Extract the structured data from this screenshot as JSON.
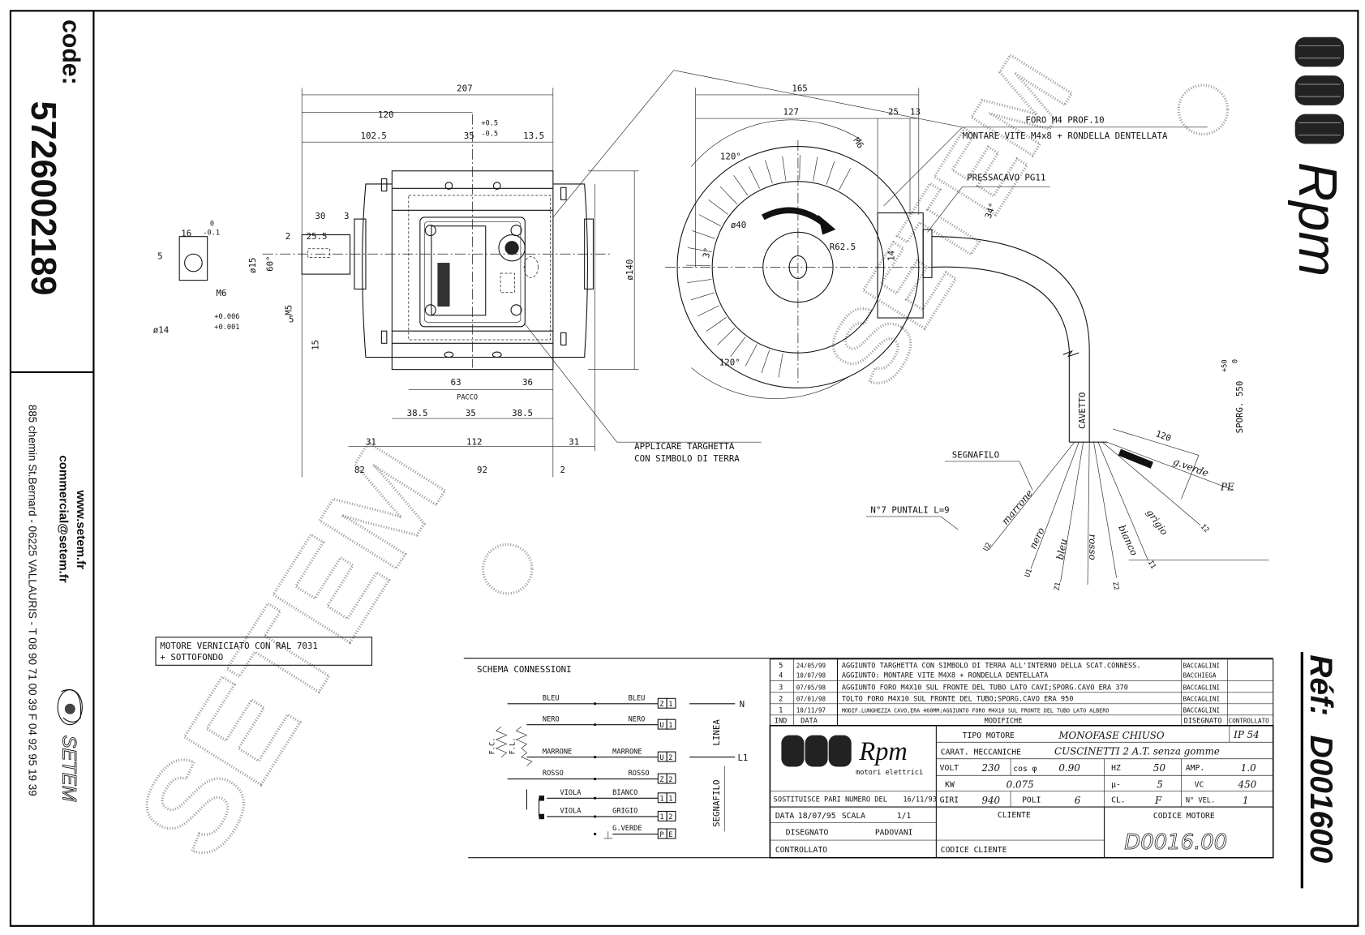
{
  "left_strip": {
    "code_label": "code:",
    "code_value": "5726002189",
    "website": "www.setem.fr",
    "email": "commercial@setem.fr",
    "address": "885 chemin St.Bernard - 06225 VALLAURIS - T 08 90 71 00 39  F 04 92 95 19 39",
    "logo_text": "SETEM"
  },
  "right_strip": {
    "logo_text": "Rpm",
    "ref_label": "Réf:",
    "ref_value": "D001600"
  },
  "watermark": {
    "text": "SETEM",
    "seal_text": "SETEM"
  },
  "front_view": {
    "dims": [
      "207",
      "120",
      "102.5",
      "35",
      "+0.5",
      "-0.5",
      "13.5",
      "30",
      "3",
      "2",
      "25.5",
      "16",
      "0",
      "-0.1",
      "5",
      "ø15",
      "60°",
      "M6",
      "M5",
      "5",
      "15",
      "+0.006",
      "+0.001",
      "ø14",
      "ø140",
      "63",
      "36",
      "PACCO",
      "38.5",
      "35",
      "38.5",
      "31",
      "112",
      "31",
      "82",
      "92",
      "2"
    ],
    "note_lines": [
      "APPLICARE TARGHETTA",
      "CON SIMBOLO DI TERRA"
    ]
  },
  "side_view": {
    "dims": [
      "165",
      "127",
      "25",
      "13",
      "M6",
      "120°",
      "ø40",
      "3°",
      "R62.5",
      "14",
      "120°",
      "34°",
      "120"
    ],
    "notes": {
      "foro": "FORO M4 PROF.10",
      "montare": "MONTARE VITE M4x8 + RONDELLA DENTELLATA",
      "pressacavo": "PRESSACAVO PG11",
      "cavetto": "CAVETTO",
      "sporg": "SPORG. 550",
      "sporg_tol_plus": "+50",
      "sporg_tol_minus": "0",
      "segnafilo": "SEGNAFILO",
      "puntali": "N°7 PUNTALI L=9"
    },
    "wires": [
      "marrone",
      "nero",
      "bleu",
      "rosso",
      "bianco",
      "grigio",
      "g.verde"
    ],
    "terminals": [
      "U2",
      "U1",
      "Z1",
      "Z2",
      "I1",
      "I2",
      "PE"
    ]
  },
  "paint_note": [
    "MOTORE VERNICIATO CON RAL 7031",
    "+ SOTTOFONDO"
  ],
  "schema": {
    "title": "SCHEMA CONNESSIONI",
    "rows": [
      {
        "left": "BLEU",
        "right": "BLEU",
        "terminal": [
          "Z",
          "1"
        ]
      },
      {
        "left": "NERO",
        "right": "NERO",
        "terminal": [
          "U",
          "1"
        ]
      },
      {
        "left": "MARRONE",
        "right": "MARRONE",
        "terminal": [
          "U",
          "2"
        ]
      },
      {
        "left": "ROSSO",
        "right": "ROSSO",
        "terminal": [
          "Z",
          "2"
        ]
      },
      {
        "left": "VIOLA",
        "right": "BIANCO",
        "terminal": [
          "1",
          "1"
        ]
      },
      {
        "left": "VIOLA",
        "right": "GRIGIO",
        "terminal": [
          "1",
          "2"
        ]
      },
      {
        "left": "",
        "right": "G.VERDE",
        "terminal": [
          "P",
          "E"
        ]
      }
    ],
    "fc": "F.C.",
    "fl": "F.L.",
    "linea": "LINEA",
    "segnafilo": "SEGNAFILO",
    "n": "N",
    "l1": "L1"
  },
  "revisions": {
    "headers": [
      "IND",
      "DATA",
      "MODIFICHE",
      "DISEGNATO",
      "CONTROLLATO"
    ],
    "rows": [
      {
        "ind": "5",
        "date": "24/05/99",
        "text": "AGGIUNTO TARGHETTA CON SIMBOLO DI TERRA ALL'INTERNO DELLA SCAT.CONNESS.",
        "by": "BACCAGLINI"
      },
      {
        "ind": "4",
        "date": "10/07/98",
        "text": "AGGIUNTO: MONTARE VITE M4X8 + RONDELLA DENTELLATA",
        "by": "BACCHIEGA"
      },
      {
        "ind": "3",
        "date": "07/05/98",
        "text": "AGGIUNTO FORO M4X10 SUL FRONTE DEL TUBO LATO CAVI;SPORG.CAVO ERA 370",
        "by": "BACCAGLINI"
      },
      {
        "ind": "2",
        "date": "07/01/98",
        "text": "TOLTO FORO M4X10 SUL FRONTE DEL TUBO;SPORG.CAVO ERA 950",
        "by": "BACCAGLINI"
      },
      {
        "ind": "1",
        "date": "10/11/97",
        "text": "MODIF.LUNGHEZZA CAVO,ERA 460MM;AGGIUNTO FORO M4X10 SUL FRONTE DEL TUBO LATO ALBERO",
        "by": "BACCAGLINI"
      }
    ]
  },
  "title_block": {
    "brand": "Rpm",
    "brand_sub": "motori elettrici",
    "tipo_motore_label": "TIPO MOTORE",
    "tipo_motore": "MONOFASE CHIUSO",
    "ip": "IP 54",
    "carat_label": "CARAT. MECCANICHE",
    "carat": "CUSCINETTI 2 A.T. senza gomme",
    "volt_label": "VOLT",
    "volt": "230",
    "cos_label": "cos φ",
    "cos": "0.90",
    "hz_label": "HZ",
    "hz": "50",
    "amp_label": "AMP.",
    "amp": "1.0",
    "kw_label": "KW",
    "kw": "0.075",
    "mu_label": "μ-",
    "mu": "5",
    "vc_label": "VC",
    "vc": "450",
    "giri_label": "GIRI",
    "giri": "940",
    "poli_label": "POLI",
    "poli": "6",
    "cl_label": "CL.",
    "cl": "F",
    "vel_label": "N° VEL.",
    "vel": "1",
    "sostituisce": "SOSTITUISCE PARI NUMERO DEL",
    "sostituisce_date": "16/11/93",
    "data_label": "DATA",
    "data": "18/07/95",
    "scala_label": "SCALA",
    "scala": "1/1",
    "disegnato_label": "DISEGNATO",
    "disegnato": "PADOVANI",
    "controllato_label": "CONTROLLATO",
    "cliente_label": "CLIENTE",
    "codice_cliente_label": "CODICE CLIENTE",
    "codice_motore_label": "CODICE MOTORE",
    "codice_motore": "D0016.00"
  }
}
